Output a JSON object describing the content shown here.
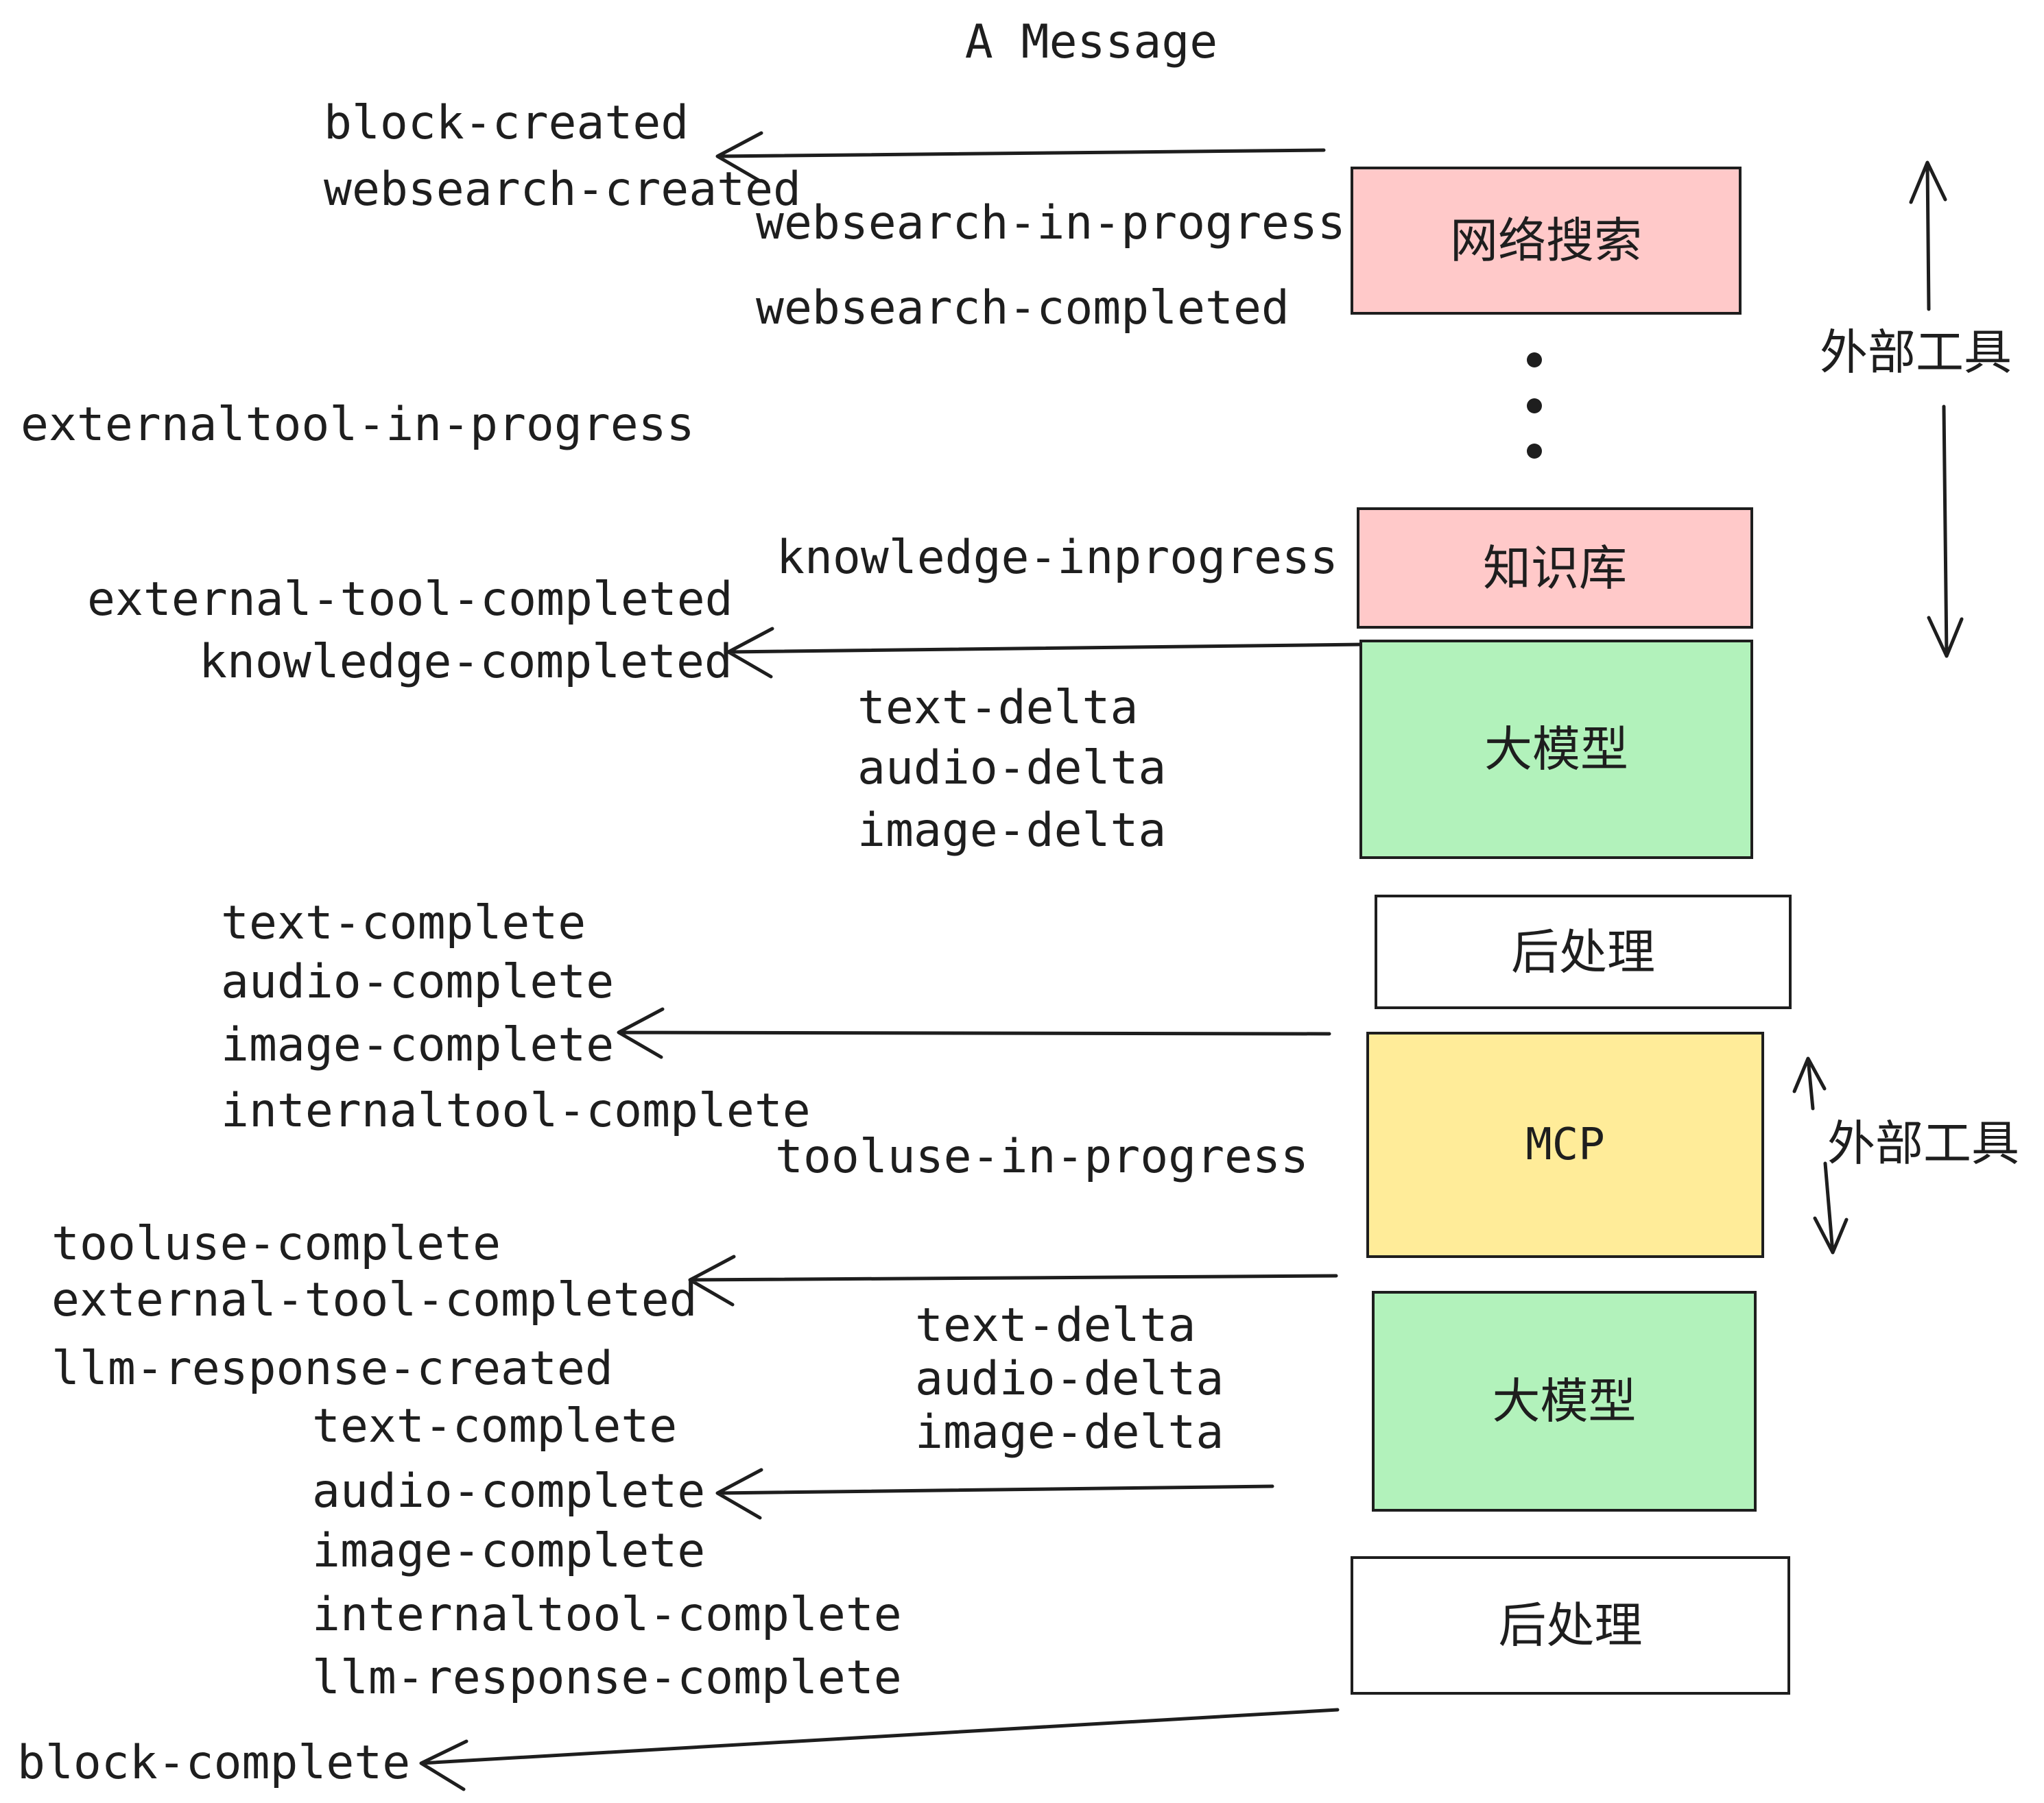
{
  "title": "A Message",
  "events": {
    "block_created": "block-created",
    "websearch_created": "websearch-created",
    "websearch_in_progress": "websearch-in-progress",
    "websearch_completed": "websearch-completed",
    "externaltool_in_progress": "externaltool-in-progress",
    "knowledge_inprogress": "knowledge-inprogress",
    "external_tool_completed": "external-tool-completed",
    "knowledge_completed": "knowledge-completed",
    "text_delta": "text-delta",
    "audio_delta": "audio-delta",
    "image_delta": "image-delta",
    "text_complete": "text-complete",
    "audio_complete": "audio-complete",
    "image_complete": "image-complete",
    "internaltool_complete": "internaltool-complete",
    "tooluse_in_progress": "tooluse-in-progress",
    "tooluse_complete": "tooluse-complete",
    "llm_response_created": "llm-response-created",
    "llm_response_complete": "llm-response-complete",
    "block_complete": "block-complete"
  },
  "boxes": [
    {
      "id": "websearch",
      "label": "网络搜索",
      "color": "#ffc9c9"
    },
    {
      "id": "knowledge",
      "label": "知识库",
      "color": "#ffc9c9"
    },
    {
      "id": "llm-1",
      "label": "大模型",
      "color": "#b2f2bb"
    },
    {
      "id": "postprocess-1",
      "label": "后处理",
      "color": "#ffffff"
    },
    {
      "id": "mcp",
      "label": "MCP",
      "color": "#ffec99"
    },
    {
      "id": "llm-2",
      "label": "大模型",
      "color": "#b2f2bb"
    },
    {
      "id": "postprocess-2",
      "label": "后处理",
      "color": "#ffffff"
    }
  ],
  "side_labels": {
    "external_tools_top": "外部工具",
    "external_tools_mcp": "外部工具"
  },
  "colors": {
    "background": "#ffffff",
    "text": "#1e1e1e",
    "line": "#1e1e1e",
    "box_border": "#1e1e1e",
    "pink": "#ffc9c9",
    "green": "#b2f2bb",
    "yellow": "#ffec99",
    "white": "#ffffff"
  }
}
